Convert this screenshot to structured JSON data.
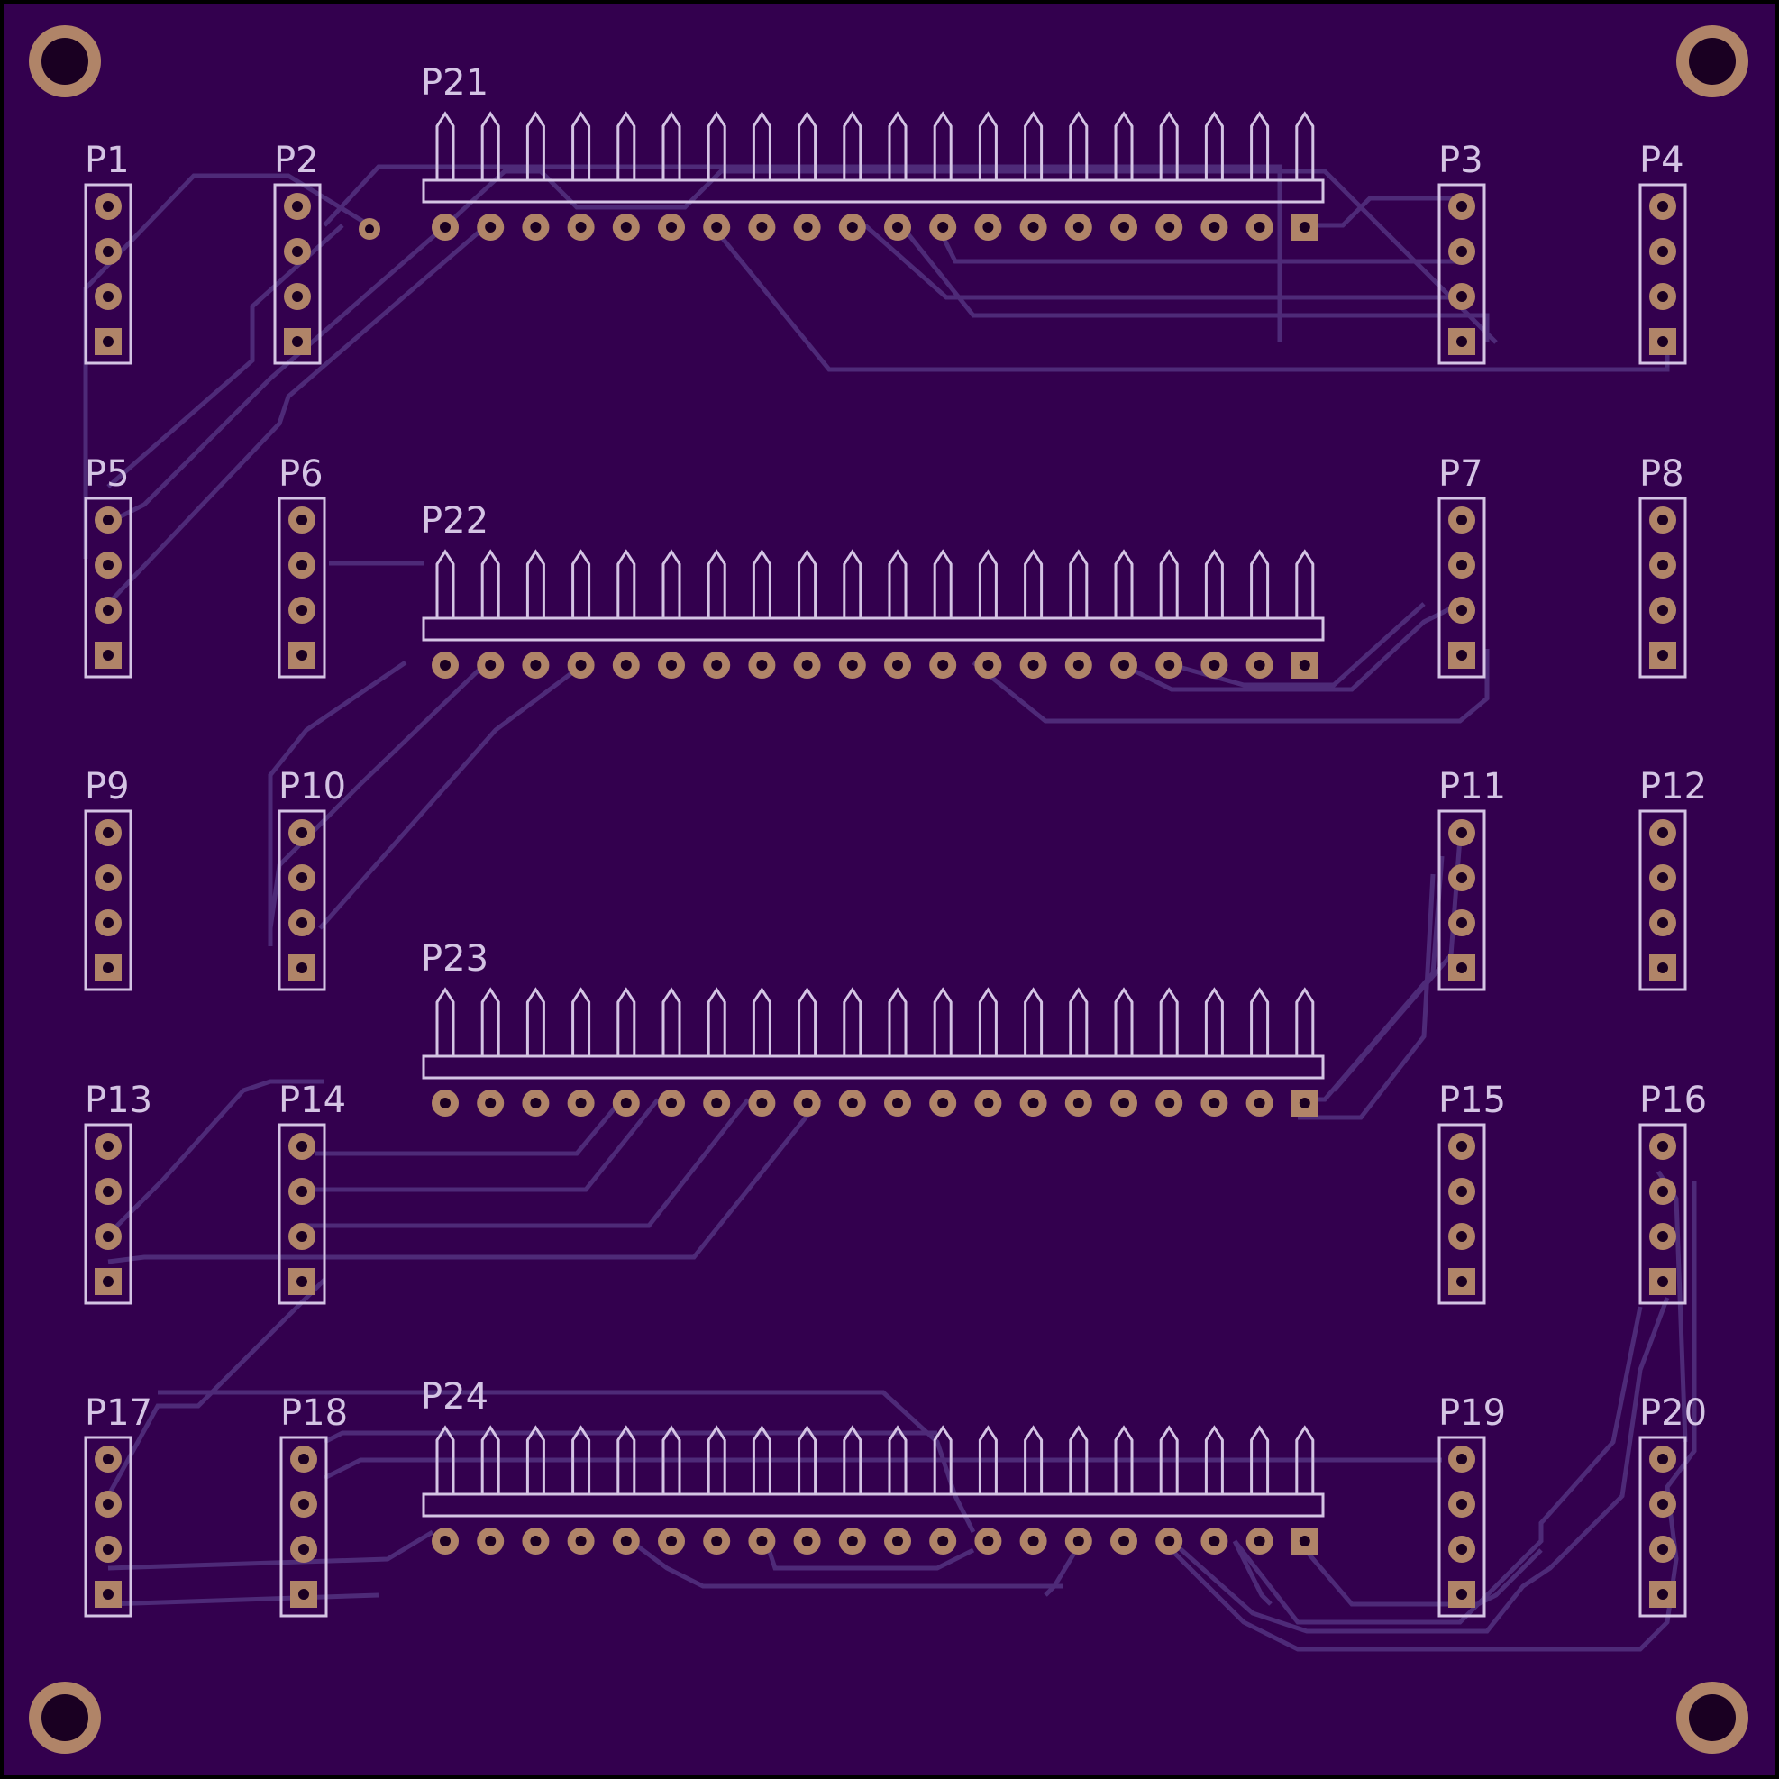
{
  "colors": {
    "board": "#33004e",
    "border": "#000000",
    "trace": "#4e2a78",
    "silk": "#d4c4e4",
    "copper": "#b08468",
    "drill": "#1a0022"
  },
  "small_headers": [
    {
      "label": "P1"
    },
    {
      "label": "P2"
    },
    {
      "label": "P3"
    },
    {
      "label": "P4"
    },
    {
      "label": "P5"
    },
    {
      "label": "P6"
    },
    {
      "label": "P7"
    },
    {
      "label": "P8"
    },
    {
      "label": "P9"
    },
    {
      "label": "P10"
    },
    {
      "label": "P11"
    },
    {
      "label": "P12"
    },
    {
      "label": "P13"
    },
    {
      "label": "P14"
    },
    {
      "label": "P15"
    },
    {
      "label": "P16"
    },
    {
      "label": "P17"
    },
    {
      "label": "P18"
    },
    {
      "label": "P19"
    },
    {
      "label": "P20"
    }
  ],
  "large_headers": [
    {
      "label": "P21"
    },
    {
      "label": "P22"
    },
    {
      "label": "P23"
    },
    {
      "label": "P24"
    }
  ]
}
